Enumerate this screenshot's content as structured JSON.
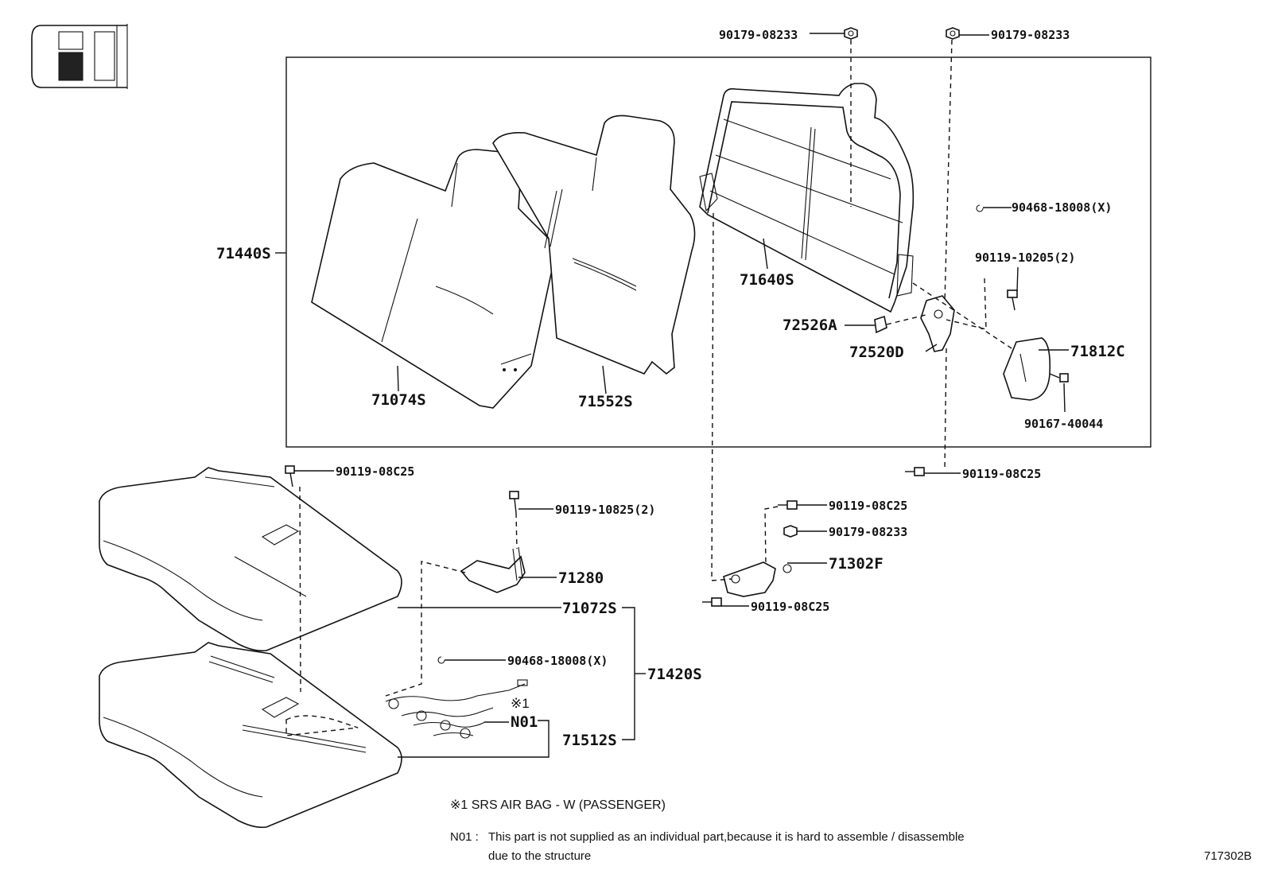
{
  "parts": {
    "nut_top_left": "90179-08233",
    "nut_top_right": "90179-08233",
    "back_assy": "71440S",
    "back_frame": "71640S",
    "clip_top": "90468-18008(X)",
    "bolt_10205": "90119-10205(2)",
    "lock_cover": "72526A",
    "lock_assy": "72520D",
    "hinge_cover": "71812C",
    "screw_40044": "90167-40044",
    "back_cover": "71074S",
    "back_pad": "71552S",
    "bolt_right_08c25": "90119-08C25",
    "bolt_left_08c25": "90119-08C25",
    "bolt_10825": "90119-10825(2)",
    "bracket_71280": "71280",
    "cushion_assy_upper": "71072S",
    "clip_bottom": "90468-18008(X)",
    "cushion_assy": "71420S",
    "n01_label": "N01",
    "cushion_lower": "71512S",
    "bolt_hinge_upper": "90119-08C25",
    "nut_hinge": "90179-08233",
    "hinge_71302f": "71302F",
    "bolt_hinge_lower": "90119-08C25"
  },
  "notes": {
    "ref_mark": "※1",
    "srs_note": "※1  SRS AIR BAG - W (PASSENGER)",
    "n01_prefix": "N01 :",
    "n01_line1": "This part is not supplied as an individual part,because it is hard to assemble / disassemble",
    "n01_line2": "due to the structure"
  },
  "diagram_code": "717302B"
}
